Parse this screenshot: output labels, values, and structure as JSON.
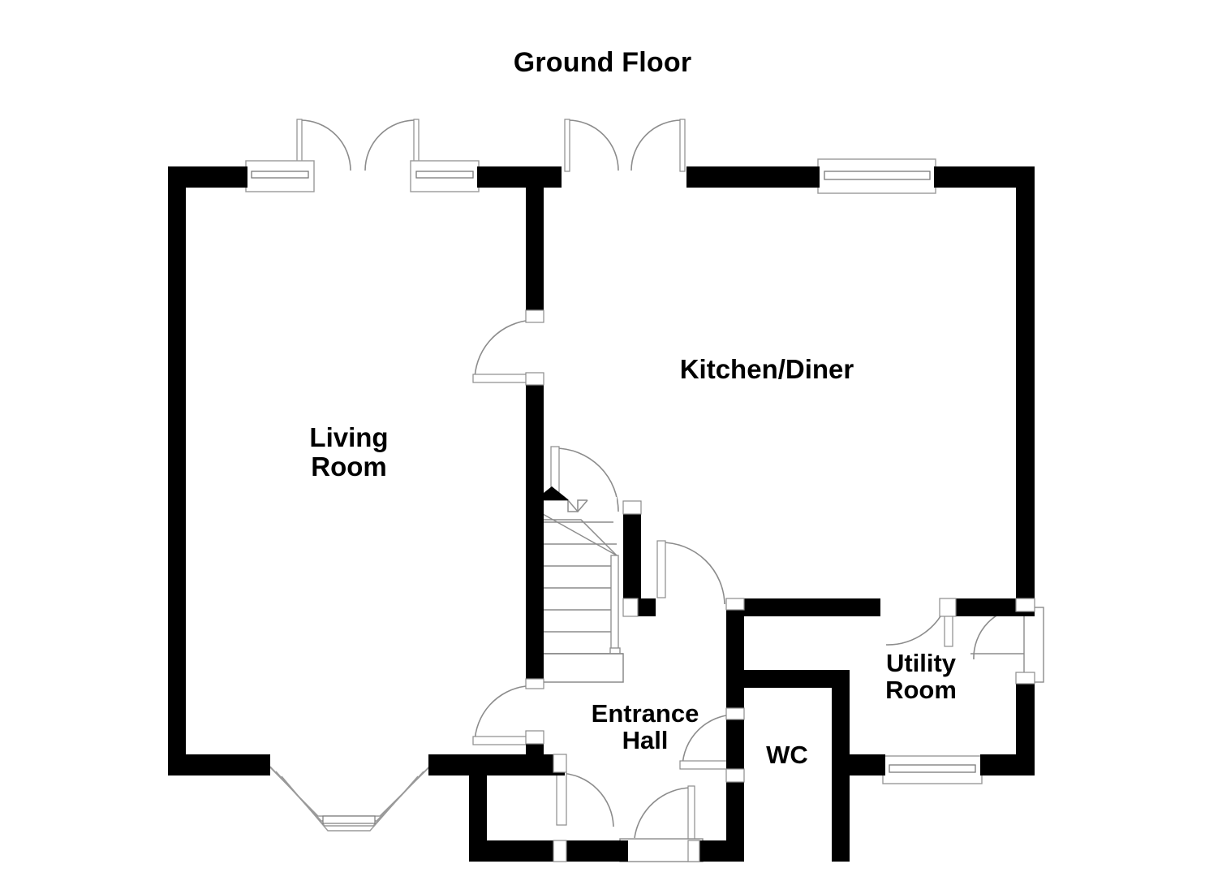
{
  "plan": {
    "title": "Ground Floor",
    "colors": {
      "wall": "#000000",
      "background": "#ffffff",
      "thin_line": "#999999",
      "text": "#000000"
    },
    "rooms": [
      {
        "id": "living-room",
        "label": "Living\nRoom"
      },
      {
        "id": "kitchen-diner",
        "label": "Kitchen/Diner"
      },
      {
        "id": "entrance-hall",
        "label": "Entrance\nHall"
      },
      {
        "id": "wc",
        "label": "WC"
      },
      {
        "id": "utility-room",
        "label": "Utility\nRoom"
      }
    ],
    "features": {
      "windows": [
        {
          "id": "living-room-window-north",
          "wall": "north",
          "type": "window"
        },
        {
          "id": "kitchen-window-north-left",
          "wall": "north",
          "type": "window"
        },
        {
          "id": "kitchen-window-north-right",
          "wall": "north",
          "type": "window"
        },
        {
          "id": "living-room-bay-window",
          "wall": "south",
          "type": "bay-window"
        },
        {
          "id": "utility-window-south",
          "wall": "south",
          "type": "window"
        }
      ],
      "doors": [
        {
          "id": "living-room-french-doors",
          "type": "double-door"
        },
        {
          "id": "kitchen-french-doors",
          "type": "double-door"
        },
        {
          "id": "living-room-hall-door",
          "type": "single-door"
        },
        {
          "id": "stair-landing-door",
          "type": "single-door"
        },
        {
          "id": "kitchen-hall-door",
          "type": "single-door"
        },
        {
          "id": "utility-external-door",
          "type": "single-door"
        },
        {
          "id": "wc-door",
          "type": "single-door"
        },
        {
          "id": "understairs-cupboard-door",
          "type": "single-door"
        },
        {
          "id": "front-entrance-door",
          "type": "single-door"
        }
      ],
      "stairs": {
        "id": "staircase",
        "type": "straight-with-winder",
        "treads": 9
      }
    }
  }
}
